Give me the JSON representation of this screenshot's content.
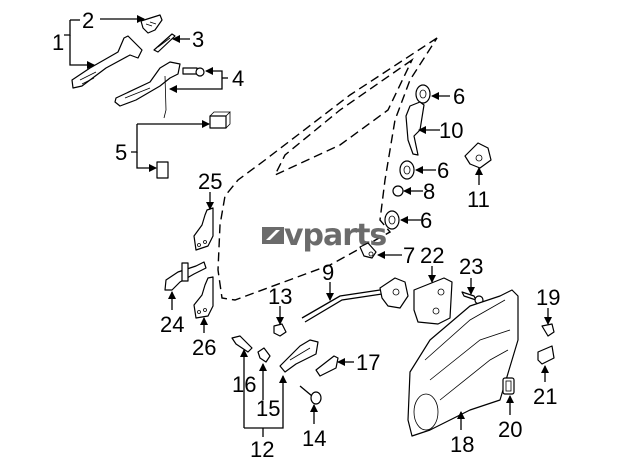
{
  "diagram": {
    "type": "exploded parts diagram",
    "subject": "Front door lock, handle, hinge and module components",
    "watermark": "vparts",
    "watermark_color": "#6b6b6b",
    "callouts": [
      {
        "id": "1",
        "label": "1"
      },
      {
        "id": "2",
        "label": "2"
      },
      {
        "id": "3",
        "label": "3"
      },
      {
        "id": "4",
        "label": "4"
      },
      {
        "id": "5",
        "label": "5"
      },
      {
        "id": "6a",
        "label": "6"
      },
      {
        "id": "6b",
        "label": "6"
      },
      {
        "id": "6c",
        "label": "6"
      },
      {
        "id": "7",
        "label": "7"
      },
      {
        "id": "8",
        "label": "8"
      },
      {
        "id": "9",
        "label": "9"
      },
      {
        "id": "10",
        "label": "10"
      },
      {
        "id": "11",
        "label": "11"
      },
      {
        "id": "12",
        "label": "12"
      },
      {
        "id": "13",
        "label": "13"
      },
      {
        "id": "14",
        "label": "14"
      },
      {
        "id": "15",
        "label": "15"
      },
      {
        "id": "16",
        "label": "16"
      },
      {
        "id": "17",
        "label": "17"
      },
      {
        "id": "18",
        "label": "18"
      },
      {
        "id": "19",
        "label": "19"
      },
      {
        "id": "20",
        "label": "20"
      },
      {
        "id": "21",
        "label": "21"
      },
      {
        "id": "22",
        "label": "22"
      },
      {
        "id": "23",
        "label": "23"
      },
      {
        "id": "24",
        "label": "24"
      },
      {
        "id": "25",
        "label": "25"
      },
      {
        "id": "26",
        "label": "26"
      }
    ]
  }
}
